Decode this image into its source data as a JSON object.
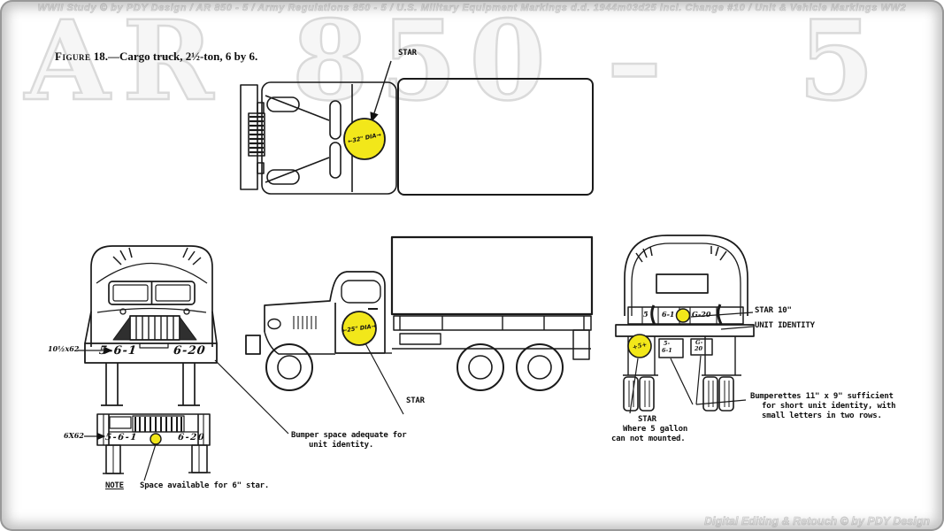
{
  "watermark": {
    "top_line": "WWII Study © by PDY Design / AR 850 - 5 / Army Regulations 850 - 5 / U.S. Military Equipment Markings d.d. 1944m03d25 incl. Change #10 / Unit & Vehicle Markings WW2",
    "big_ar": "AR",
    "big_num": "850",
    "big_dash": "–",
    "big_five": "5",
    "bottom_line": "Digital Editing & Retouch © by PDY Design"
  },
  "caption": {
    "word": "Figure",
    "rest": " 18.—Cargo truck, 2½-ton, 6 by 6."
  },
  "top_view": {
    "star_label": "STAR",
    "dia_label": "←32\" DIA→"
  },
  "front_view": {
    "dim_label": "10½x62",
    "bumper_left": "5-6-1",
    "bumper_right": "6-20",
    "note1": "Bumper space adequate for",
    "note2": "unit identity."
  },
  "side_view": {
    "dia_label": "←25\" DIA→",
    "star_label": "STAR"
  },
  "rear_view": {
    "tailgate_num": "5",
    "tailgate_unit": "6-1",
    "tailgate_veh": "G-20",
    "star10_label": "STAR 10\"",
    "unit_identity_label": "UNIT IDENTITY",
    "spare_mark": "+5+",
    "bumperette_left_row1": "5-",
    "bumperette_left_row2": "6-1",
    "bumperette_right_row1": "G-",
    "bumperette_right_row2": "20",
    "note_b1": "Bumperettes 11\" x 9\" sufficient",
    "note_b2": "for short unit identity, with",
    "note_b3": "small letters in two rows.",
    "note_s1": "STAR",
    "note_s2": "Where 5 gallon",
    "note_s3": "can not mounted."
  },
  "detail_view": {
    "dim_label": "6X62",
    "bumper_left": "5-6-1",
    "bumper_right": "6-20",
    "note_label": "NOTE",
    "note_text": "Space available for 6\" star."
  },
  "colors": {
    "star_yellow": "#f2e71a",
    "ink": "#1a1a1a",
    "watermark_gray": "#dadada"
  }
}
